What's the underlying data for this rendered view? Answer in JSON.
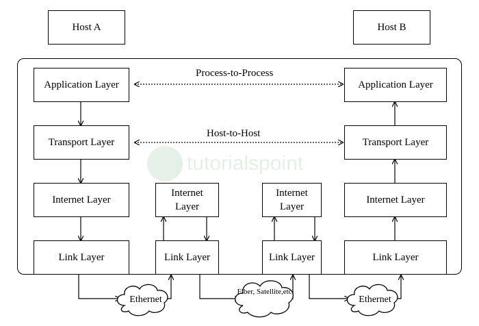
{
  "host_a": "Host A",
  "host_b": "Host B",
  "left_stack": [
    "Application Layer",
    "Transport Layer",
    "Internet Layer",
    "Link Layer"
  ],
  "right_stack": [
    "Application Layer",
    "Transport Layer",
    "Internet Layer",
    "Link Layer"
  ],
  "router1": {
    "internet": "Internet Layer",
    "link": "Link Layer"
  },
  "router2": {
    "internet": "Internet Layer",
    "link": "Link Layer"
  },
  "process_to_process": "Process-to-Process",
  "host_to_host": "Host-to-Host",
  "clouds": {
    "ethernet_left": "Ethernet",
    "fiber": "Fiber, Satellite,etc.",
    "ethernet_right": "Ethernet"
  },
  "watermark": {
    "brand": "tutorialspoint",
    "color": "#2e8b3a"
  }
}
